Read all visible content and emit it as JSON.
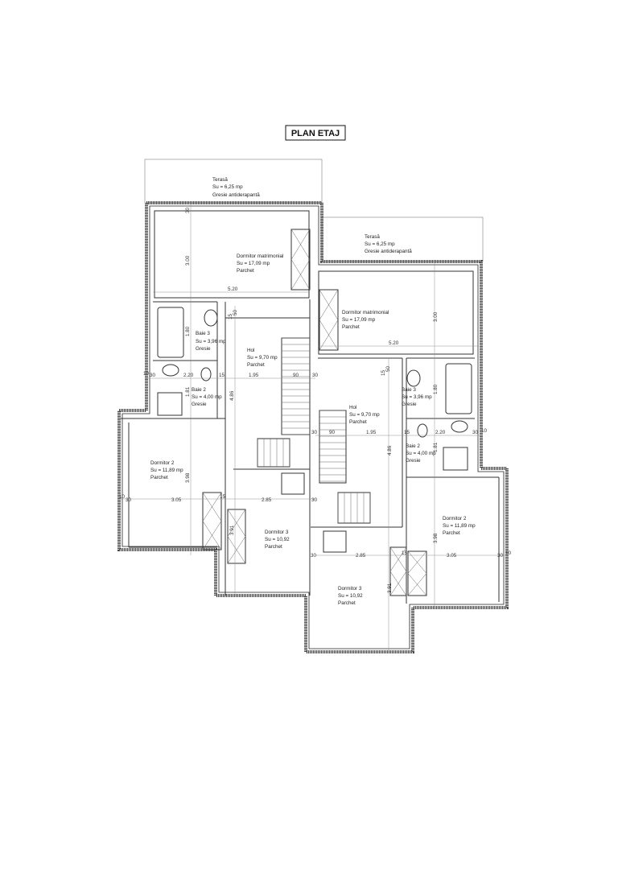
{
  "title": "PLAN ETAJ",
  "left_unit": {
    "terasa": [
      "Terasă",
      "Su = 6,25 mp",
      "Gresie antiderapantă"
    ],
    "dormitor_matrimonial": [
      "Dormitor matrimonial",
      "Su = 17,09 mp",
      "Parchet"
    ],
    "baie3": [
      "Baie 3",
      "Su = 3,96 mp",
      "Gresie"
    ],
    "hol": [
      "Hol",
      "Su = 9,70 mp",
      "Parchet"
    ],
    "baie2": [
      "Baie 2",
      "Su = 4,00 mp",
      "Gresie"
    ],
    "dormitor2": [
      "Dormitor 2",
      "Su = 11,89 mp",
      "Parchet"
    ],
    "dormitor3": [
      "Dormitor 3",
      "Su = 10,92",
      "Parchet"
    ]
  },
  "right_unit": {
    "terasa": [
      "Terasă",
      "Su = 6,25 mp",
      "Gresie antiderapantă"
    ],
    "dormitor_matrimonial": [
      "Dormitor matrimonial",
      "Su = 17,09 mp",
      "Parchet"
    ],
    "baie3": [
      "Baie 3",
      "Su = 3,96 mp",
      "Gresie"
    ],
    "hol": [
      "Hol",
      "Su = 9,70 mp",
      "Parchet"
    ],
    "baie2": [
      "Baie 2",
      "Su = 4,00 mp",
      "Gresie"
    ],
    "dormitor2": [
      "Dormitor 2",
      "Su = 11,89 mp",
      "Parchet"
    ],
    "dormitor3": [
      "Dormitor 3",
      "Su = 10,92",
      "Parchet"
    ]
  },
  "dimensions": {
    "d300": "3.00",
    "d520": "5.20",
    "d180": "1.80",
    "d220": "2.20",
    "d195": "1.95",
    "d90": "90",
    "d30": "30",
    "d15": "15",
    "d10": "10",
    "d486": "4.86",
    "d181": "1.81",
    "d398": "3.98",
    "d305": "3.05",
    "d285": "2.85",
    "d391": "3.91",
    "d50": "50"
  }
}
